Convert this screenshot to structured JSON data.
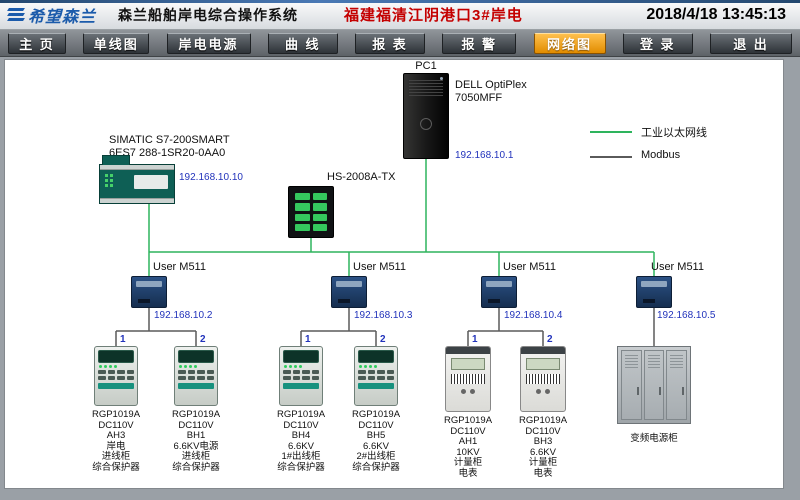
{
  "header": {
    "logo_text": "希望森兰",
    "app_title": "森兰船舶岸电综合操作系统",
    "site_title": "福建福清江阴港口3#岸电",
    "datetime": "2018/4/18 13:45:13"
  },
  "nav": {
    "items": [
      {
        "label": "主 页",
        "active": false
      },
      {
        "label": "单线图",
        "active": false
      },
      {
        "label": "岸电电源",
        "active": false
      },
      {
        "label": "曲 线",
        "active": false
      },
      {
        "label": "报 表",
        "active": false
      },
      {
        "label": "报 警",
        "active": false
      },
      {
        "label": "网络图",
        "active": true
      },
      {
        "label": "登 录",
        "active": false
      },
      {
        "label": "退 出",
        "active": false
      }
    ]
  },
  "legend": {
    "ethernet": {
      "label": "工业以太网线",
      "color": "#2eb45d"
    },
    "modbus": {
      "label": "Modbus",
      "color": "#5a5a5a"
    }
  },
  "nodes": {
    "pc": {
      "title": "PC1",
      "model_line1": "DELL OptiPlex",
      "model_line2": "7050MFF",
      "ip": "192.168.10.1"
    },
    "plc": {
      "model_line1": "SIMATIC S7-200SMART",
      "model_line2": "6ES7 288-1SR20-0AA0",
      "ip": "192.168.10.10"
    },
    "switch": {
      "model": "HS-2008A-TX"
    },
    "m511": [
      {
        "name": "User M511",
        "ip": "192.168.10.2"
      },
      {
        "name": "User M511",
        "ip": "192.168.10.3"
      },
      {
        "name": "User M511",
        "ip": "192.168.10.4"
      },
      {
        "name": "User M511",
        "ip": "192.168.10.5"
      }
    ],
    "devices": [
      {
        "port": "1",
        "model": "RGP1019A",
        "voltage": "DC110V",
        "desc": [
          "AH3",
          "岸电",
          "进线柜",
          "综合保护器"
        ]
      },
      {
        "port": "2",
        "model": "RGP1019A",
        "voltage": "DC110V",
        "desc": [
          "BH1",
          "6.6KV电源",
          "进线柜",
          "综合保护器"
        ]
      },
      {
        "port": "1",
        "model": "RGP1019A",
        "voltage": "DC110V",
        "desc": [
          "BH4",
          "6.6KV",
          "1#出线柜",
          "综合保护器"
        ]
      },
      {
        "port": "2",
        "model": "RGP1019A",
        "voltage": "DC110V",
        "desc": [
          "BH5",
          "6.6KV",
          "2#出线柜",
          "综合保护器"
        ]
      },
      {
        "port": "1",
        "model": "RGP1019A",
        "voltage": "DC110V",
        "desc": [
          "AH1",
          "10KV",
          "计量柜",
          "电表"
        ]
      },
      {
        "port": "2",
        "model": "RGP1019A",
        "voltage": "DC110V",
        "desc": [
          "BH3",
          "6.6KV",
          "计量柜",
          "电表"
        ]
      }
    ],
    "cabinet": {
      "label": "变频电源柜"
    }
  }
}
